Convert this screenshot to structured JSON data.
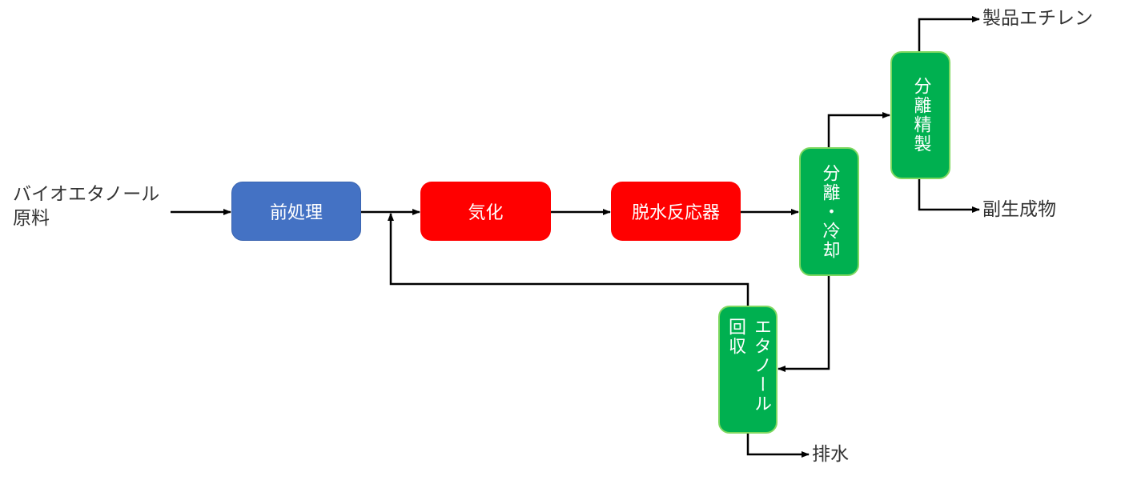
{
  "diagram": {
    "type": "process-flow",
    "input_label": [
      "バイオエタノール",
      "原料"
    ],
    "nodes": {
      "pretreatment": {
        "label": "前処理",
        "color": "#4472C4"
      },
      "vaporization": {
        "label": "気化",
        "color": "#FF0000"
      },
      "dehydration_reactor": {
        "label": "脱水反応器",
        "color": "#FF0000"
      },
      "separation_cooling": {
        "label": "分離・冷却",
        "color": "#00B050"
      },
      "separation_purification": {
        "label": "分離精製",
        "color": "#00B050"
      },
      "ethanol_recovery": {
        "label": "エタノール回収",
        "color": "#00B050"
      }
    },
    "outputs": {
      "product": "製品エチレン",
      "byproduct": "副生成物",
      "wastewater": "排水"
    },
    "edges": [
      {
        "from": "input",
        "to": "pretreatment"
      },
      {
        "from": "pretreatment",
        "to": "vaporization"
      },
      {
        "from": "vaporization",
        "to": "dehydration_reactor"
      },
      {
        "from": "dehydration_reactor",
        "to": "separation_cooling"
      },
      {
        "from": "separation_cooling",
        "to": "separation_purification"
      },
      {
        "from": "separation_purification",
        "to": "product"
      },
      {
        "from": "separation_purification",
        "to": "byproduct"
      },
      {
        "from": "separation_cooling",
        "to": "ethanol_recovery"
      },
      {
        "from": "ethanol_recovery",
        "to": "vaporization",
        "note": "recycle"
      },
      {
        "from": "ethanol_recovery",
        "to": "wastewater"
      }
    ]
  }
}
